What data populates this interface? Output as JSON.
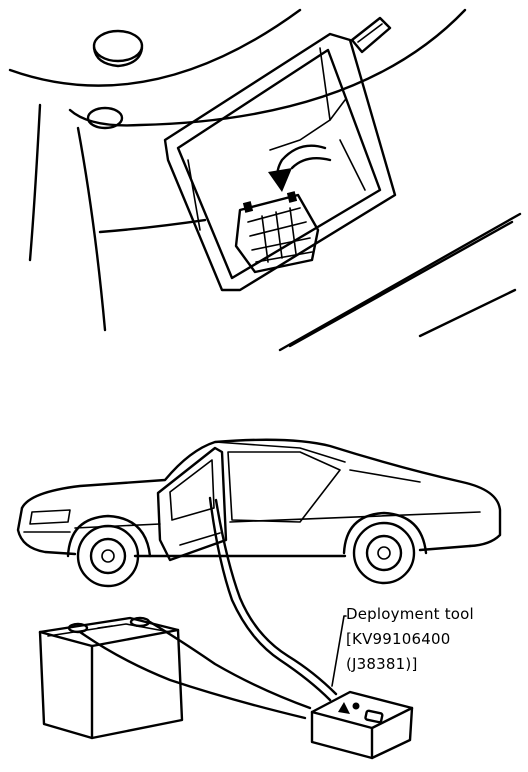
{
  "callout": {
    "line1": "Deployment tool",
    "line2": "[KV99106400",
    "line3": "(J38381)]"
  },
  "colors": {
    "ink": "#000000",
    "paper": "#ffffff"
  }
}
